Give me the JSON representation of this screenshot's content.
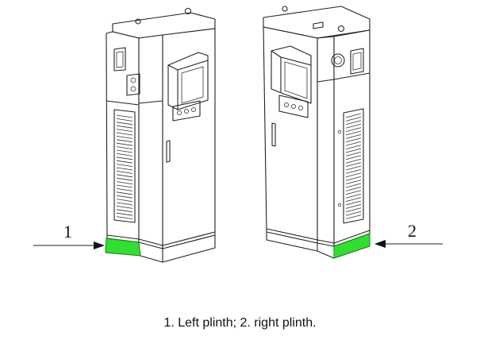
{
  "callouts": {
    "left": "1",
    "right": "2"
  },
  "caption": "1. Left plinth; 2. right plinth.",
  "colors": {
    "plinth": "#33dd33",
    "line": "#222222",
    "background": "#ffffff"
  }
}
